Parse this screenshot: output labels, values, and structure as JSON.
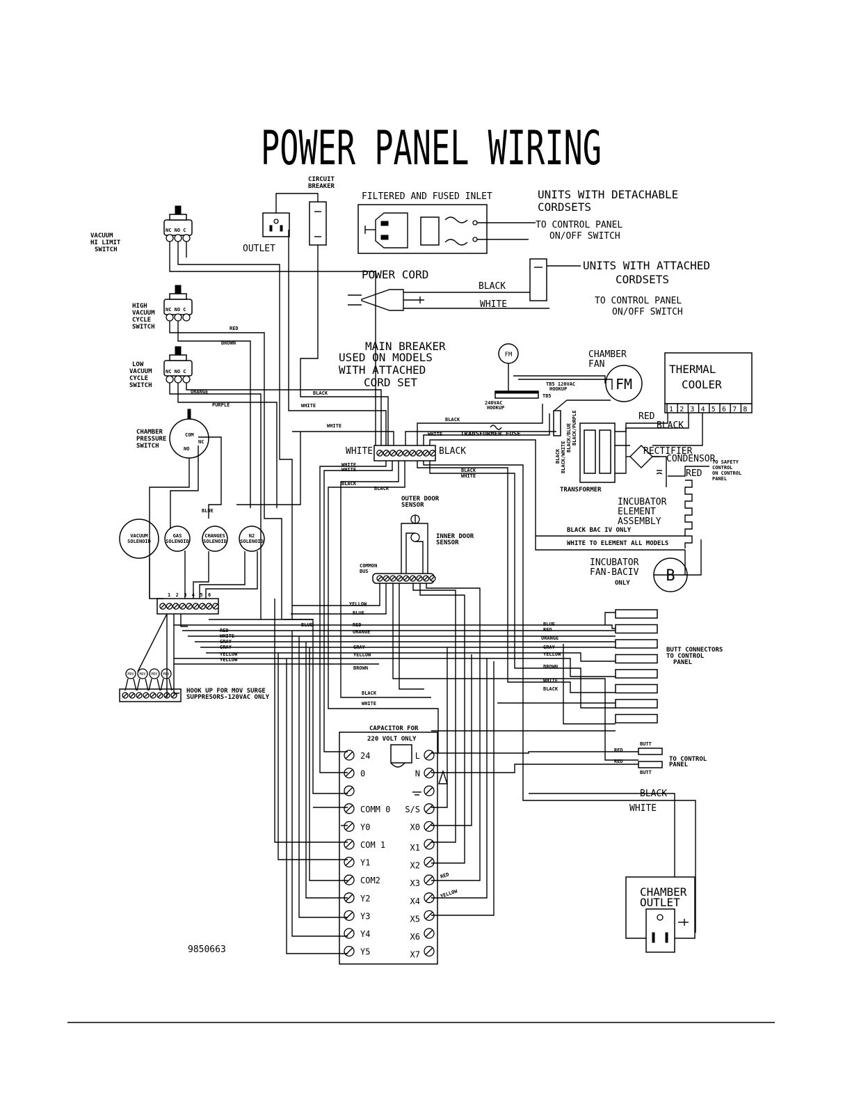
{
  "title": "POWER PANEL WIRING",
  "drawing_number": "9850663",
  "labels": {
    "circuit_breaker": [
      "CIRCUIT",
      "BREAKER"
    ],
    "outlet": "OUTLET",
    "vacuum_hi_limit_switch": [
      "VACUUM",
      "HI LIMIT",
      "SWITCH"
    ],
    "high_vacuum_cycle_switch": [
      "HIGH",
      "VACUUM",
      "CYCLE",
      "SWITCH"
    ],
    "low_vacuum_cycle_switch": [
      "LOW",
      "VACUUM",
      "CYCLE",
      "SWITCH"
    ],
    "chamber_pressure_switch": [
      "CHAMBER",
      "PRESSURE",
      "SWITCH"
    ],
    "switch_terminals": [
      "NC",
      "NO",
      "C"
    ],
    "filtered_inlet": "FILTERED AND FUSED INLET",
    "detachable_cordsets": [
      "UNITS WITH DETACHABLE",
      "CORDSETS"
    ],
    "to_control_panel_1": [
      "TO CONTROL PANEL",
      "ON/OFF SWITCH"
    ],
    "power_cord": "POWER CORD",
    "attached_cordsets": [
      "UNITS WITH ATTACHED",
      "CORDSETS"
    ],
    "to_control_panel_2": [
      "TO CONTROL PANEL",
      "ON/OFF SWITCH"
    ],
    "main_breaker": [
      "MAIN BREAKER",
      "USED ON MODELS",
      "WITH ATTACHED",
      "CORD SET"
    ],
    "fm": "FM",
    "chamber_fan": [
      "CHAMBER",
      "FAN"
    ],
    "thermal_cooler": [
      "THERMAL",
      "COOLER"
    ],
    "cooler_terminals": [
      "1",
      "2",
      "3",
      "4",
      "5",
      "6",
      "7",
      "8"
    ],
    "tb5_120": [
      "TB5 120VAC",
      "HOOKUP"
    ],
    "tb5": "TB5",
    "vac240": [
      "240VAC",
      "HOOKUP"
    ],
    "transformer_fuse": "TRANSFORMER FUSE",
    "rectifier": "RECTIFIER",
    "condensor": "CONDENSOR",
    "to_safety_control": [
      "TO SAFETY",
      "CONTROL",
      "ON CONTROL",
      "PANEL"
    ],
    "transformer": "TRANSFORMER",
    "incubator_element": [
      "INCUBATOR",
      "ELEMENT",
      "ASSEMBLY"
    ],
    "black_bac": "BLACK  BAC IV ONLY",
    "white_element": "WHITE  TO ELEMENT ALL MODELS",
    "incubator_fan": [
      "INCUBATOR",
      "FAN-BACIV",
      "ONLY"
    ],
    "fan_b": "B",
    "outer_door_sensor": [
      "OUTER DOOR",
      "SENSOR"
    ],
    "inner_door_sensor": [
      "INNER DOOR",
      "SENSOR"
    ],
    "common_bus": [
      "COMMON",
      "BUS"
    ],
    "vacuum_solenoid": [
      "VACUUM",
      "SOLENOID"
    ],
    "gas_solenoid": [
      "GAS",
      "SOLENOID"
    ],
    "changes_solenoid": [
      "CHANGES",
      "SOLENOID"
    ],
    "n2_solenoid": [
      "N2",
      "SOLENOID"
    ],
    "terminal_numbers": [
      "1",
      "2",
      "3",
      "4",
      "5",
      "6"
    ],
    "mov": "MOV",
    "mov_hookup": [
      "HOOK UP FOR MOV SURGE",
      "SUPPRESORS-120VAC ONLY"
    ],
    "butt_connectors": [
      "BUTT CONNECTORS",
      "TO CONTROL",
      "PANEL"
    ],
    "capacitor": [
      "CAPACITOR FOR",
      "220 VOLT ONLY"
    ],
    "butt": "BUTT",
    "to_control_panel_3": [
      "TO CONTROL",
      "PANEL"
    ],
    "chamber_outlet": [
      "CHAMBER",
      "OUTLET"
    ]
  },
  "wire_colors": {
    "red": "RED",
    "brown": "BROWN",
    "orange": "ORANGE",
    "purple": "PURPLE",
    "black": "BLACK",
    "white": "WHITE",
    "blue": "BLUE",
    "gray": "GRAY",
    "yellow": "YELLOW",
    "black_purple": "BLACK/PURPLE",
    "black_blue": "BLACK/BLUE",
    "black_white": "BLACK/WHITE"
  },
  "controller_left_terminals": [
    "24",
    "0",
    "",
    "COMM 0",
    "Y0",
    "COM 1",
    "Y1",
    "COM2",
    "Y2",
    "Y3",
    "Y4",
    "Y5"
  ],
  "controller_right_terminals": [
    "L",
    "N",
    "",
    "S/S",
    "X0",
    "X1",
    "X2",
    "X3",
    "X4",
    "X5",
    "X6",
    "X7"
  ],
  "butt_connector_colors": [
    "BLUE",
    "RED",
    "ORANGE",
    "GRAY",
    "YELLOW",
    "BROWN",
    "WHITE",
    "BLACK"
  ]
}
